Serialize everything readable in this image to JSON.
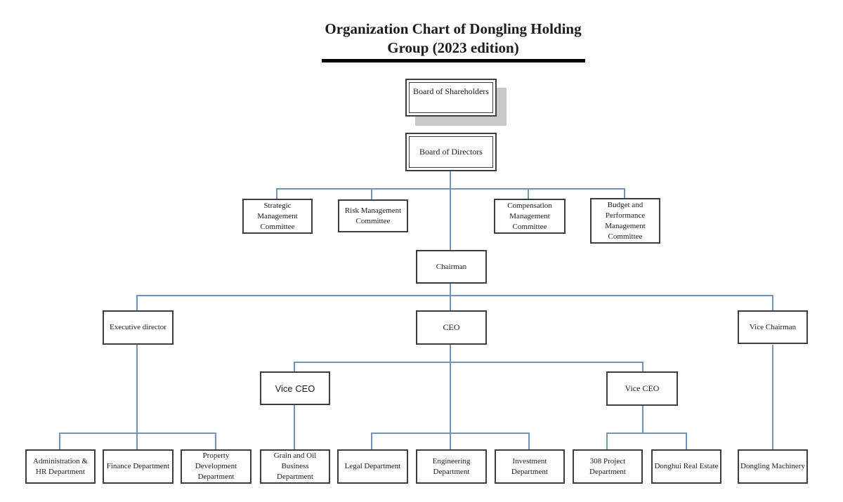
{
  "title": {
    "text": "Organization Chart of Dongling Holding\nGroup (2023 edition)"
  },
  "colors": {
    "connector": "#7295bb",
    "border": "#3d3d3d",
    "shadow": "#c8c8c8",
    "ink": "#1c1c1c",
    "underline": "#000000"
  },
  "nodes": {
    "shareholders": {
      "label": "Board of Shareholders"
    },
    "directors": {
      "label": "Board of Directors"
    },
    "strategic": {
      "label": "Strategic\nManagement\nCommittee"
    },
    "risk": {
      "label": "Risk Management\nCommittee"
    },
    "compensation": {
      "label": "Compensation\nManagement\nCommittee"
    },
    "budget": {
      "label": "Budget and\nPerformance\nManagement\nCommittee"
    },
    "chairman": {
      "label": "Chairman"
    },
    "executive_director": {
      "label": "Executive director"
    },
    "ceo": {
      "label": "CEO"
    },
    "vice_chairman": {
      "label": "Vice Chairman"
    },
    "vice_ceo_left": {
      "label": "Vice CEO"
    },
    "vice_ceo_right": {
      "label": "Vice CEO"
    },
    "admin_hr": {
      "label": "Administration &\nHR Department"
    },
    "finance": {
      "label": "Finance Department"
    },
    "property": {
      "label": "Property\nDevelopment\nDepartment"
    },
    "grain_oil": {
      "label": "Grain and Oil\nBusiness\nDepartment"
    },
    "legal": {
      "label": "Legal Department"
    },
    "engineering": {
      "label": "Engineering\nDepartment"
    },
    "investment": {
      "label": "Investment\nDepartment"
    },
    "project_308": {
      "label": "308 Project\nDepartment"
    },
    "donghui": {
      "label": "Donghui Real Estate"
    },
    "dongling_machinery": {
      "label": "Dongling Machinery"
    }
  },
  "edges": [
    [
      "shareholders",
      "directors"
    ],
    [
      "directors",
      "strategic"
    ],
    [
      "directors",
      "risk"
    ],
    [
      "directors",
      "compensation"
    ],
    [
      "directors",
      "budget"
    ],
    [
      "directors",
      "chairman"
    ],
    [
      "chairman",
      "executive_director"
    ],
    [
      "chairman",
      "ceo"
    ],
    [
      "chairman",
      "vice_chairman"
    ],
    [
      "ceo",
      "vice_ceo_left"
    ],
    [
      "ceo",
      "vice_ceo_right"
    ],
    [
      "ceo",
      "legal"
    ],
    [
      "ceo",
      "engineering"
    ],
    [
      "ceo",
      "investment"
    ],
    [
      "executive_director",
      "admin_hr"
    ],
    [
      "executive_director",
      "finance"
    ],
    [
      "executive_director",
      "property"
    ],
    [
      "vice_ceo_left",
      "grain_oil"
    ],
    [
      "vice_ceo_right",
      "project_308"
    ],
    [
      "vice_ceo_right",
      "donghui"
    ],
    [
      "vice_chairman",
      "dongling_machinery"
    ]
  ]
}
